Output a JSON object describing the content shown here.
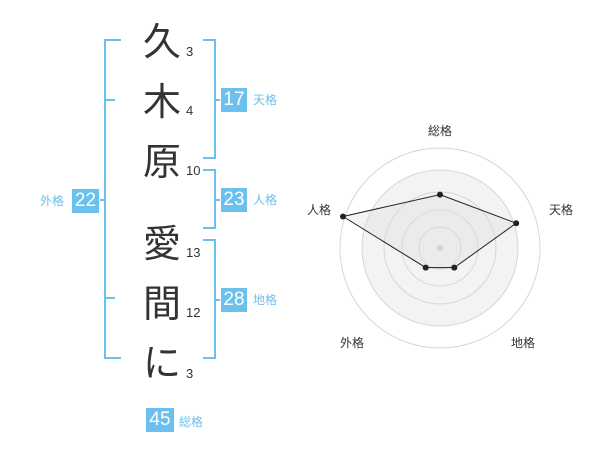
{
  "name_chars": [
    {
      "char": "久",
      "strokes": "3"
    },
    {
      "char": "木",
      "strokes": "4"
    },
    {
      "char": "原",
      "strokes": "10"
    },
    {
      "char": "愛",
      "strokes": "13"
    },
    {
      "char": "間",
      "strokes": "12"
    },
    {
      "char": "に",
      "strokes": "3"
    }
  ],
  "kaku": {
    "tenkaku": {
      "value": "17",
      "label": "天格"
    },
    "jinkaku": {
      "value": "23",
      "label": "人格"
    },
    "chikaku": {
      "value": "28",
      "label": "地格"
    },
    "gaikaku": {
      "value": "22",
      "label": "外格"
    },
    "soukaku": {
      "value": "45",
      "label": "総格"
    }
  },
  "colors": {
    "accent": "#6cc0ee",
    "text": "#333333"
  },
  "chart_data": {
    "type": "radar",
    "axes": [
      "総格",
      "天格",
      "地格",
      "外格",
      "人格"
    ],
    "rings": 5,
    "values": [
      2.2,
      3.3,
      1.0,
      1.0,
      4.2
    ],
    "max": 4.2,
    "grid": true
  }
}
